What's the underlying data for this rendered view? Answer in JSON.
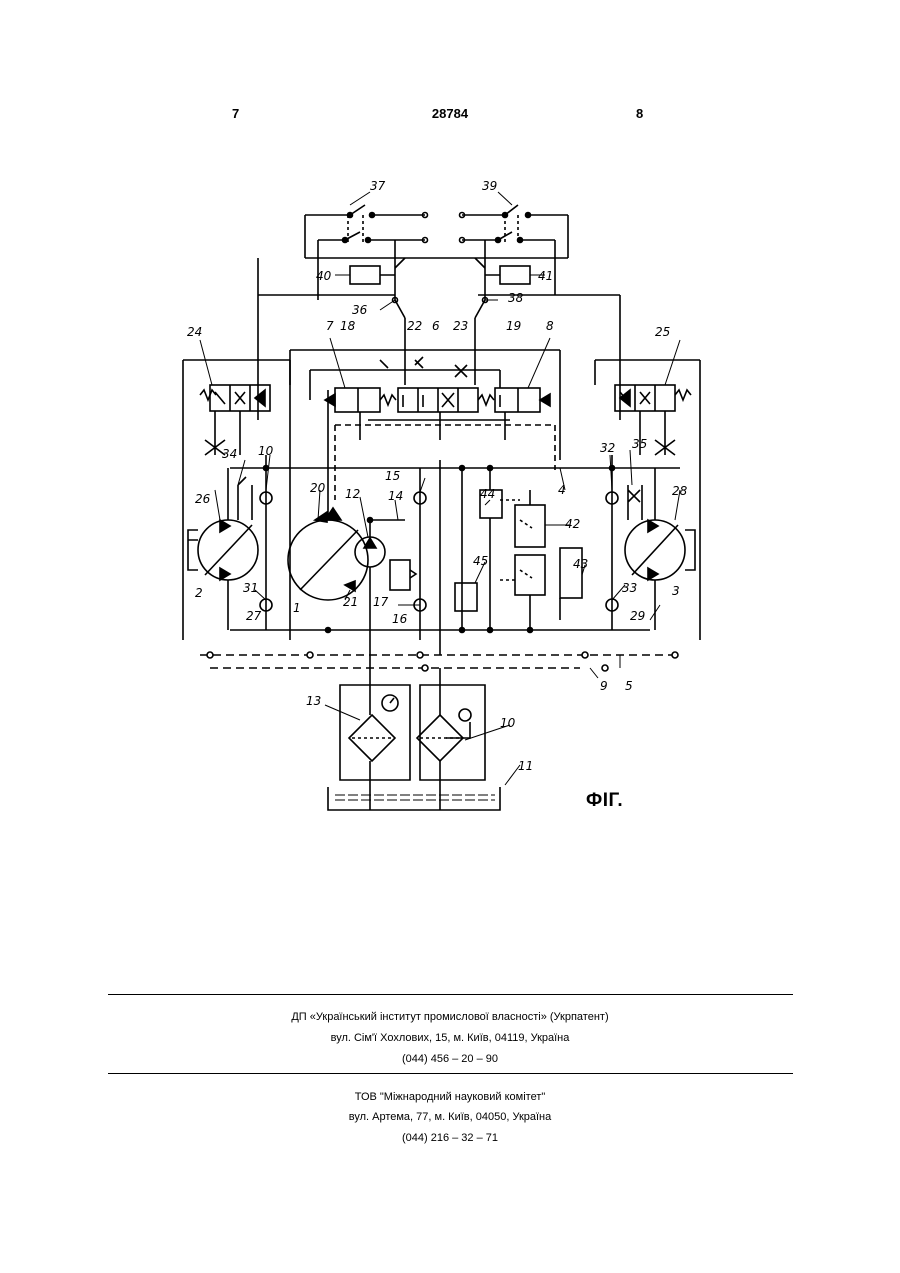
{
  "header": {
    "left_page": "7",
    "doc_number": "28784",
    "right_page": "8"
  },
  "figure": {
    "caption": "ФІГ.",
    "labels": {
      "n1": "1",
      "n2": "2",
      "n3": "3",
      "n4": "4",
      "n5": "5",
      "n6": "6",
      "n7": "7",
      "n8": "8",
      "n9": "9",
      "n10a": "10",
      "n10b": "10",
      "n11": "11",
      "n12": "12",
      "n13": "13",
      "n14": "14",
      "n15": "15",
      "n16": "16",
      "n17": "17",
      "n18": "18",
      "n19": "19",
      "n20": "20",
      "n21": "21",
      "n22": "22",
      "n23": "23",
      "n24": "24",
      "n25": "25",
      "n26": "26",
      "n27": "27",
      "n28": "28",
      "n29": "29",
      "n31": "31",
      "n32": "32",
      "n33": "33",
      "n34": "34",
      "n35": "35",
      "n36": "36",
      "n37": "37",
      "n38": "38",
      "n39": "39",
      "n40": "40",
      "n41": "41",
      "n42": "42",
      "n43": "43",
      "n44": "44",
      "n45": "45"
    }
  },
  "publisher1": {
    "name": "ДП «Український інститут промислової власності» (Укрпатент)",
    "address": "вул. Сім'ї Хохлових, 15, м. Київ, 04119, Україна",
    "phone": "(044) 456 – 20 –  90"
  },
  "publisher2": {
    "name": "ТОВ \"Міжнародний науковий комітет\"",
    "address": "вул. Артема, 77, м. Київ, 04050, Україна",
    "phone": "(044) 216 – 32 – 71"
  }
}
